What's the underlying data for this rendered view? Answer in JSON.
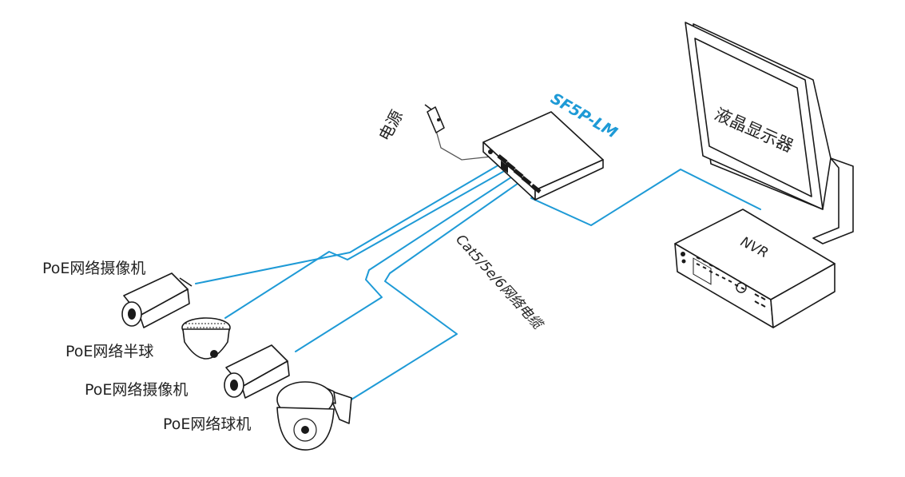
{
  "labels": {
    "switch_model": "SF5P-LM",
    "power": "电源",
    "monitor": "液晶显示器",
    "nvr": "NVR",
    "cable_type": "Cat5/5e/6网络电缆",
    "camera1": "PoE网络摄像机",
    "dome": "PoE网络半球",
    "camera2": "PoE网络摄像机",
    "speed_dome": "PoE网络球机"
  },
  "colors": {
    "cable": "#1e9ad6",
    "model_text": "#1e9ad6",
    "line_art": "#1a1a1a",
    "background": "#ffffff"
  },
  "icons": {
    "switch": "network-switch-icon",
    "power": "power-adapter-icon",
    "monitor": "lcd-monitor-icon",
    "nvr": "nvr-recorder-icon",
    "camera": "bullet-camera-icon",
    "dome": "dome-camera-icon",
    "speed_dome": "speed-dome-camera-icon"
  }
}
